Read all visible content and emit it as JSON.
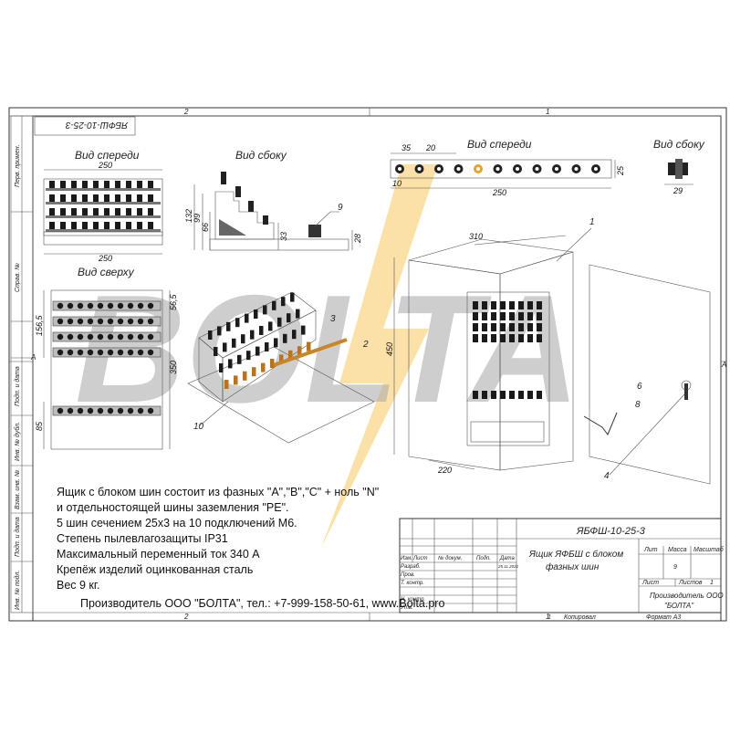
{
  "drawing_code": "ЯБФШ-10-25-3",
  "drawing_code_rotated": "ЯБФШ-10-25-3",
  "zone_labels": {
    "top_left": "2",
    "top_right": "1",
    "bottom_left": "2",
    "bottom_right": "1",
    "side_left": "A",
    "side_right": "A"
  },
  "side_strip": [
    "Перв. примен.",
    "Справ. №",
    "Подп. и дата",
    "Инв. № дубл.",
    "Взам. инв. №",
    "Подп. и дата",
    "Инв. № подл."
  ],
  "views": {
    "left_front": "Вид спереди",
    "left_side": "Вид сбоку",
    "left_top": "Вид сверху",
    "right_front": "Вид спереди",
    "right_side": "Вид сбоку"
  },
  "dims": {
    "d250a": "250",
    "d250b": "250",
    "d132": "132",
    "d99": "99",
    "d66": "66",
    "d33": "33",
    "d28": "28",
    "d35": "35",
    "d20": "20",
    "d10": "10",
    "d25": "25",
    "d250c": "250",
    "d29": "29",
    "d565": "56,5",
    "d1565": "156,5",
    "d350": "350",
    "d85": "85",
    "d310": "310",
    "d220": "220",
    "d450": "450"
  },
  "callouts": {
    "c1": "1",
    "c2": "2",
    "c3": "3",
    "c4": "4",
    "c6": "6",
    "c8": "8",
    "c9": "9",
    "c10": "10"
  },
  "watermark": "BOLTA",
  "notes": [
    "Ящик с блоком шин состоит из фазных \"A\",\"B\",\"C\" + ноль \"N\"",
    "и отдельностоящей шины заземления \"PE\".",
    "5 шин сечением 25х3 на 10 подключений М6.",
    "Степень пылевлагозащиты IP31",
    "Максимальный переменный ток 340 А",
    "Крепёж изделий оцинкованная сталь",
    "Вес 9 кг."
  ],
  "manufacturer_line": "Производитель ООО \"БОЛТА\", тел.: +7-999-158-50-61, www.Bolta.pro",
  "title_block": {
    "designation": "ЯБФШ-10-25-3",
    "name_line1": "Ящик ЯФБШ с блоком",
    "name_line2": "фазных шин",
    "col_izm": "Изм.",
    "col_list": "Лист",
    "col_doc": "№ докум.",
    "col_podp": "Подп.",
    "col_data": "Дата",
    "razrab": "Разраб.",
    "prov": "Пров.",
    "tkontr": "Т. контр.",
    "nkontr": "Н. контр.",
    "utv": "Утв.",
    "date": "25.11.2021",
    "lit": "Лит",
    "massa": "Масса",
    "masshtab": "Масштаб",
    "mass_value": "9",
    "list": "Лист",
    "listov": "Листов",
    "listov_value": "1",
    "org_line1": "Производитель ООО",
    "org_line2": "\"БОЛТА\"",
    "kopiroval": "Копировал",
    "format": "Формат А3",
    "format_digit": "1"
  }
}
